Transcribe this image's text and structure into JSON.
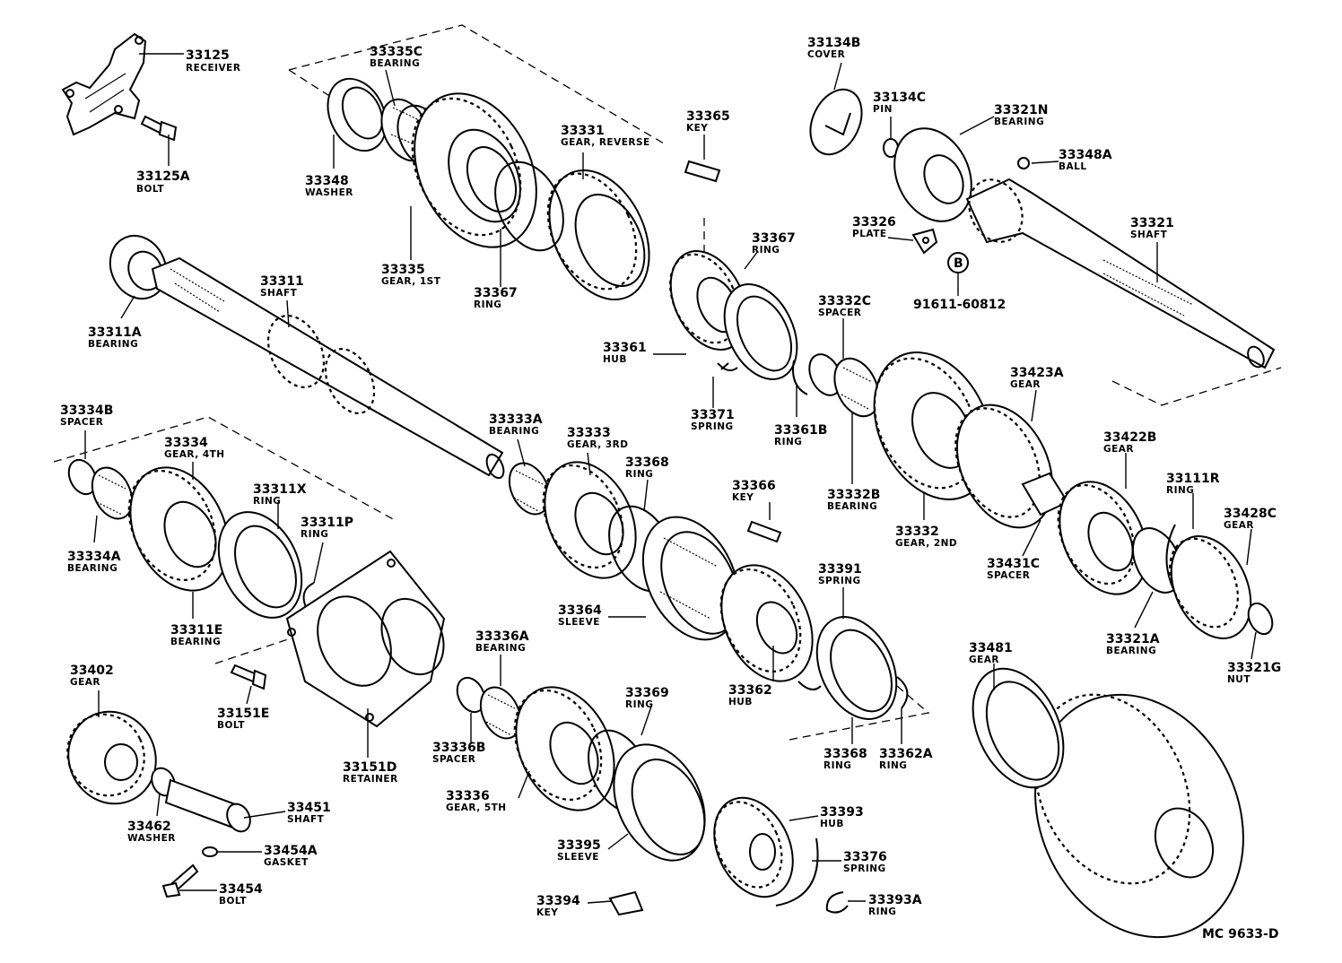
{
  "diagram_code": "MC 9633-D",
  "labels": {
    "p33125": {
      "num": "33125",
      "name": "RECEIVER"
    },
    "p33125A": {
      "num": "33125A",
      "name": "BOLT"
    },
    "p33335C": {
      "num": "33335C",
      "name": "BEARING"
    },
    "p33348": {
      "num": "33348",
      "name": "WASHER"
    },
    "p33335": {
      "num": "33335",
      "name": "GEAR, 1ST"
    },
    "p33331": {
      "num": "33331",
      "name": "GEAR, REVERSE"
    },
    "p33367a": {
      "num": "33367",
      "name": "RING"
    },
    "p33365": {
      "num": "33365",
      "name": "KEY"
    },
    "p33367b": {
      "num": "33367",
      "name": "RING"
    },
    "p33361": {
      "num": "33361",
      "name": "HUB"
    },
    "p33371": {
      "num": "33371",
      "name": "SPRING"
    },
    "p33134B": {
      "num": "33134B",
      "name": "COVER"
    },
    "p33134C": {
      "num": "33134C",
      "name": "PIN"
    },
    "p33321N": {
      "num": "33321N",
      "name": "BEARING"
    },
    "p33348A": {
      "num": "33348A",
      "name": "BALL"
    },
    "p33326": {
      "num": "33326",
      "name": "PLATE"
    },
    "p33321": {
      "num": "33321",
      "name": "SHAFT"
    },
    "p91611": {
      "num": "91611-60812",
      "name": ""
    },
    "p33332C": {
      "num": "33332C",
      "name": "SPACER"
    },
    "p33361B": {
      "num": "33361B",
      "name": "RING"
    },
    "p33311": {
      "num": "33311",
      "name": "SHAFT"
    },
    "p33311A": {
      "num": "33311A",
      "name": "BEARING"
    },
    "p33423A": {
      "num": "33423A",
      "name": "GEAR"
    },
    "p33332B": {
      "num": "33332B",
      "name": "BEARING"
    },
    "p33332": {
      "num": "33332",
      "name": "GEAR, 2ND"
    },
    "p33422B": {
      "num": "33422B",
      "name": "GEAR"
    },
    "p33111R": {
      "num": "33111R",
      "name": "RING"
    },
    "p33428C": {
      "num": "33428C",
      "name": "GEAR"
    },
    "p33431C": {
      "num": "33431C",
      "name": "SPACER"
    },
    "p33321A": {
      "num": "33321A",
      "name": "BEARING"
    },
    "p33321G": {
      "num": "33321G",
      "name": "NUT"
    },
    "p33334B": {
      "num": "33334B",
      "name": "SPACER"
    },
    "p33334": {
      "num": "33334",
      "name": "GEAR, 4TH"
    },
    "p33311X": {
      "num": "33311X",
      "name": "RING"
    },
    "p33311P": {
      "num": "33311P",
      "name": "RING"
    },
    "p33334A": {
      "num": "33334A",
      "name": "BEARING"
    },
    "p33311E": {
      "num": "33311E",
      "name": "BEARING"
    },
    "p33333A": {
      "num": "33333A",
      "name": "BEARING"
    },
    "p33333": {
      "num": "33333",
      "name": "GEAR, 3RD"
    },
    "p33368a": {
      "num": "33368",
      "name": "RING"
    },
    "p33366": {
      "num": "33366",
      "name": "KEY"
    },
    "p33364": {
      "num": "33364",
      "name": "SLEEVE"
    },
    "p33391": {
      "num": "33391",
      "name": "SPRING"
    },
    "p33362": {
      "num": "33362",
      "name": "HUB"
    },
    "p33368b": {
      "num": "33368",
      "name": "RING"
    },
    "p33362A": {
      "num": "33362A",
      "name": "RING"
    },
    "p33402": {
      "num": "33402",
      "name": "GEAR"
    },
    "p33151E": {
      "num": "33151E",
      "name": "BOLT"
    },
    "p33151D": {
      "num": "33151D",
      "name": "RETAINER"
    },
    "p33462": {
      "num": "33462",
      "name": "WASHER"
    },
    "p33451": {
      "num": "33451",
      "name": "SHAFT"
    },
    "p33454A": {
      "num": "33454A",
      "name": "GASKET"
    },
    "p33454": {
      "num": "33454",
      "name": "BOLT"
    },
    "p33336A": {
      "num": "33336A",
      "name": "BEARING"
    },
    "p33336B": {
      "num": "33336B",
      "name": "SPACER"
    },
    "p33336": {
      "num": "33336",
      "name": "GEAR, 5TH"
    },
    "p33369": {
      "num": "33369",
      "name": "RING"
    },
    "p33395": {
      "num": "33395",
      "name": "SLEEVE"
    },
    "p33394": {
      "num": "33394",
      "name": "KEY"
    },
    "p33393": {
      "num": "33393",
      "name": "HUB"
    },
    "p33376": {
      "num": "33376",
      "name": "SPRING"
    },
    "p33393A": {
      "num": "33393A",
      "name": "RING"
    },
    "p33481": {
      "num": "33481",
      "name": "GEAR"
    }
  },
  "callout_b": "B"
}
